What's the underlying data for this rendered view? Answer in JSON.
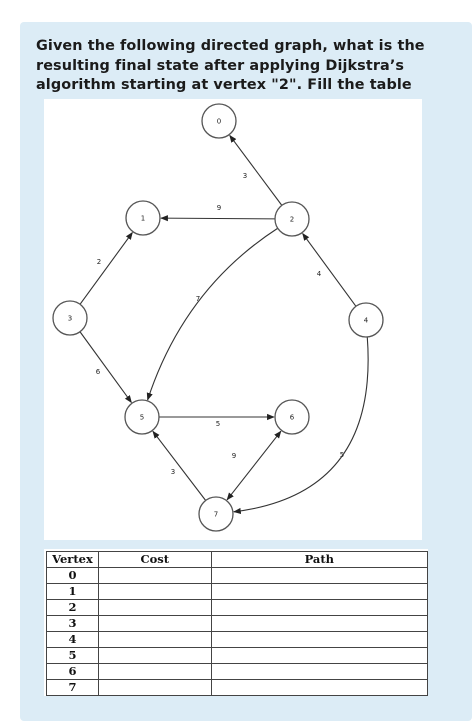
{
  "question": {
    "lines": [
      "Given the following directed graph, what is the",
      "resulting final state after applying Dijkstra’s",
      "algorithm starting at vertex \"2\". Fill the table"
    ]
  },
  "graph": {
    "nodes": [
      "0",
      "1",
      "2",
      "3",
      "4",
      "5",
      "6",
      "7"
    ],
    "edges": [
      {
        "from": "2",
        "to": "0",
        "weight": "3"
      },
      {
        "from": "2",
        "to": "1",
        "weight": "9"
      },
      {
        "from": "3",
        "to": "1",
        "weight": "2"
      },
      {
        "from": "2",
        "to": "5",
        "weight": "7"
      },
      {
        "from": "3",
        "to": "5",
        "weight": "6"
      },
      {
        "from": "4",
        "to": "2",
        "weight": "4"
      },
      {
        "from": "5",
        "to": "6",
        "weight": "5"
      },
      {
        "from": "7",
        "to": "5",
        "weight": "3"
      },
      {
        "from": "7",
        "to": "6",
        "weight": "9"
      },
      {
        "from": "6",
        "to": "7",
        "weight": "9"
      },
      {
        "from": "4",
        "to": "7",
        "weight": "5"
      }
    ]
  },
  "table": {
    "headers": [
      "Vertex",
      "Cost",
      "Path"
    ],
    "rows": [
      {
        "vertex": "0",
        "cost": "",
        "path": ""
      },
      {
        "vertex": "1",
        "cost": "",
        "path": ""
      },
      {
        "vertex": "2",
        "cost": "",
        "path": ""
      },
      {
        "vertex": "3",
        "cost": "",
        "path": ""
      },
      {
        "vertex": "4",
        "cost": "",
        "path": ""
      },
      {
        "vertex": "5",
        "cost": "",
        "path": ""
      },
      {
        "vertex": "6",
        "cost": "",
        "path": ""
      },
      {
        "vertex": "7",
        "cost": "",
        "path": ""
      }
    ]
  }
}
